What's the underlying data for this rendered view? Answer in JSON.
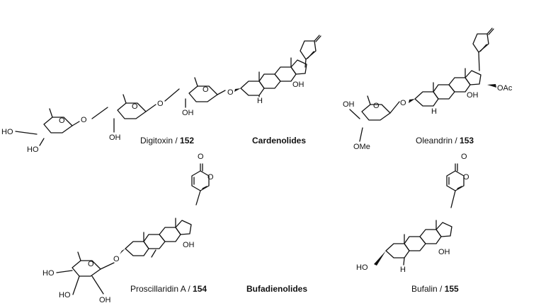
{
  "headings": {
    "cardenolides": "Cardenolides",
    "bufadienolides": "Bufadienolides"
  },
  "captions": {
    "c152": {
      "name": "Digitoxin / ",
      "number": "152"
    },
    "c153": {
      "name": "Oleandrin / ",
      "number": "153"
    },
    "c154": {
      "name": "Proscillaridin A / ",
      "number": "154"
    },
    "c155": {
      "name": "Bufalin / ",
      "number": "155"
    }
  },
  "atoms": {
    "oh": "OH",
    "ho": "HO",
    "h": "H",
    "o": "O",
    "oac": "OAc",
    "ome": "OMe"
  }
}
